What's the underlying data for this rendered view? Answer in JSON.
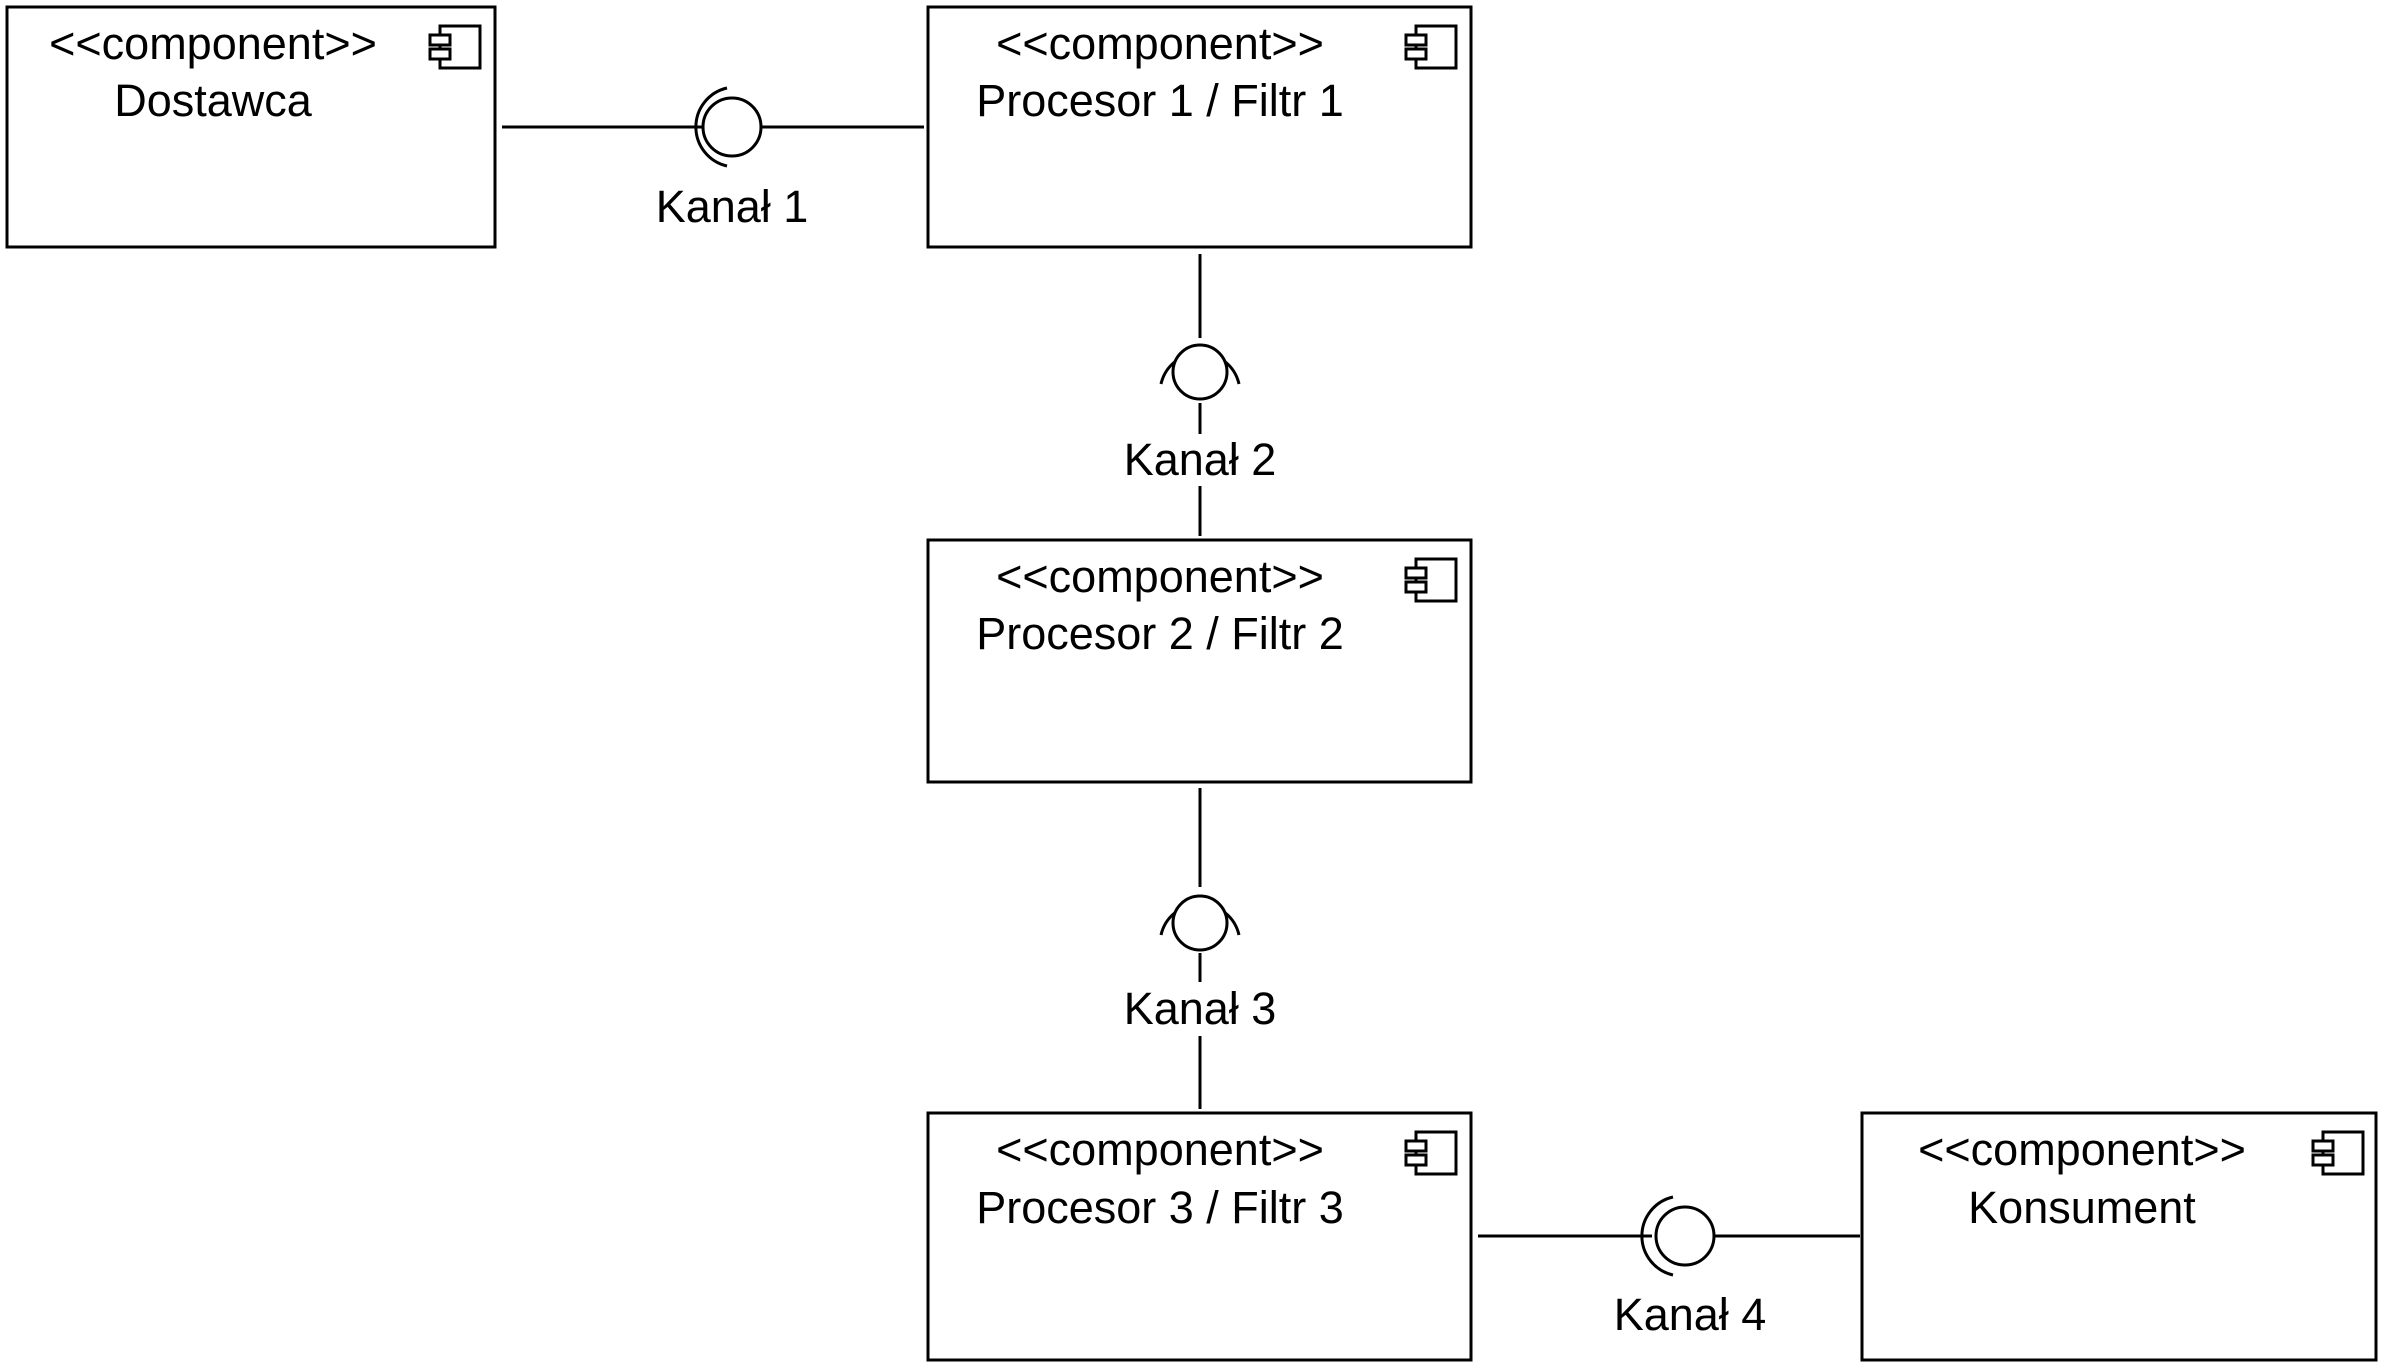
{
  "diagram": {
    "stereotype": "<<component>>",
    "components": {
      "dostawca": {
        "name": "Dostawca"
      },
      "procesor1": {
        "name": "Procesor 1 / Filtr 1"
      },
      "procesor2": {
        "name": "Procesor 2 / Filtr 2"
      },
      "procesor3": {
        "name": "Procesor 3 / Filtr 3"
      },
      "konsument": {
        "name": "Konsument"
      }
    },
    "channels": {
      "kanal1": {
        "label": "Kanał 1",
        "from": "Dostawca",
        "to": "Procesor 1 / Filtr 1"
      },
      "kanal2": {
        "label": "Kanał 2",
        "from": "Procesor 1 / Filtr 1",
        "to": "Procesor 2 / Filtr 2"
      },
      "kanal3": {
        "label": "Kanał 3",
        "from": "Procesor 2 / Filtr 2",
        "to": "Procesor 3 / Filtr 3"
      },
      "kanal4": {
        "label": "Kanał 4",
        "from": "Procesor 3 / Filtr 3",
        "to": "Konsument"
      }
    }
  }
}
